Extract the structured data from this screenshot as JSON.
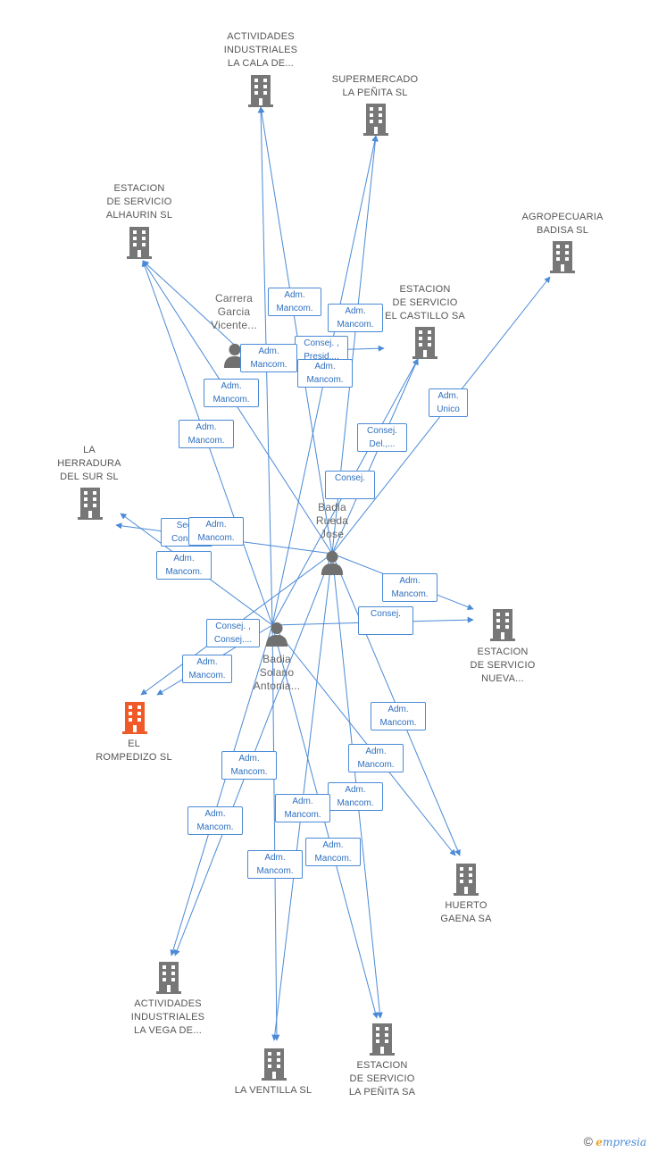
{
  "colors": {
    "edge": "#4a8ad6",
    "company": "#777777",
    "highlight": "#f05a28",
    "person": "#707070"
  },
  "nodes": {
    "actividades_cala": {
      "label": "ACTIVIDADES\nINDUSTRIALES\nLA CALA DE...",
      "icon": "building-icon"
    },
    "supermercado": {
      "label": "SUPERMERCADO\nLA PEÑITA SL",
      "icon": "building-icon"
    },
    "alhaurin": {
      "label": "ESTACION\nDE SERVICIO\nALHAURIN SL",
      "icon": "building-icon"
    },
    "agropecuaria": {
      "label": "AGROPECUARIA\nBADISA  SL",
      "icon": "building-icon"
    },
    "castillo": {
      "label": "ESTACION\nDE SERVICIO\nEL CASTILLO SA",
      "icon": "building-icon"
    },
    "herradura": {
      "label": "LA\nHERRADURA\nDEL SUR SL",
      "icon": "building-icon"
    },
    "nueva": {
      "label": "ESTACION\nDE SERVICIO\nNUEVA...",
      "icon": "building-icon"
    },
    "rompedizo": {
      "label": "EL\nROMPEDIZO SL",
      "icon": "building-icon"
    },
    "huerto": {
      "label": "HUERTO\nGAENA SA",
      "icon": "building-icon"
    },
    "vega": {
      "label": "ACTIVIDADES\nINDUSTRIALES\nLA VEGA DE...",
      "icon": "building-icon"
    },
    "ventilla": {
      "label": "LA VENTILLA SL",
      "icon": "building-icon"
    },
    "penita_sa": {
      "label": "ESTACION\nDE SERVICIO\nLA PEÑITA SA",
      "icon": "building-icon"
    },
    "carrera": {
      "label": "Carrera\nGarcia\nVicente...",
      "icon": "person-icon"
    },
    "rueda": {
      "label": "Badia\nRueda\nJose",
      "icon": "person-icon"
    },
    "solano": {
      "label": "Badia\nSolano\nAntonia...",
      "icon": "person-icon"
    }
  },
  "edge_labels": [
    "Adm.\nMancom.",
    "Adm.\nMancom.",
    "Consej. ,\nPresid....",
    "Adm.\nMancom.",
    "Adm.\nMancom.",
    "Adm.\nMancom.",
    "Adm.\nMancom.",
    "Adm.\nUnico",
    "Consej.\nDel.,...",
    "Consej.",
    "Secr.\nConsej.",
    "Adm.\nMancom.",
    "Adm.\nMancom.",
    "Adm.\nMancom.",
    "Consej. ,\nConsej....",
    "Consej.",
    "Adm.\nMancom.",
    "Adm.\nMancom.",
    "Adm.\nMancom.",
    "Adm.\nMancom.",
    "Adm.\nMancom.",
    "Adm.\nMancom.",
    "Adm.\nMancom.",
    "Adm.\nMancom.",
    "Adm.\nMancom."
  ],
  "footer": {
    "copyright": "©",
    "brand_initial": "e",
    "brand_rest": "mpresia"
  }
}
